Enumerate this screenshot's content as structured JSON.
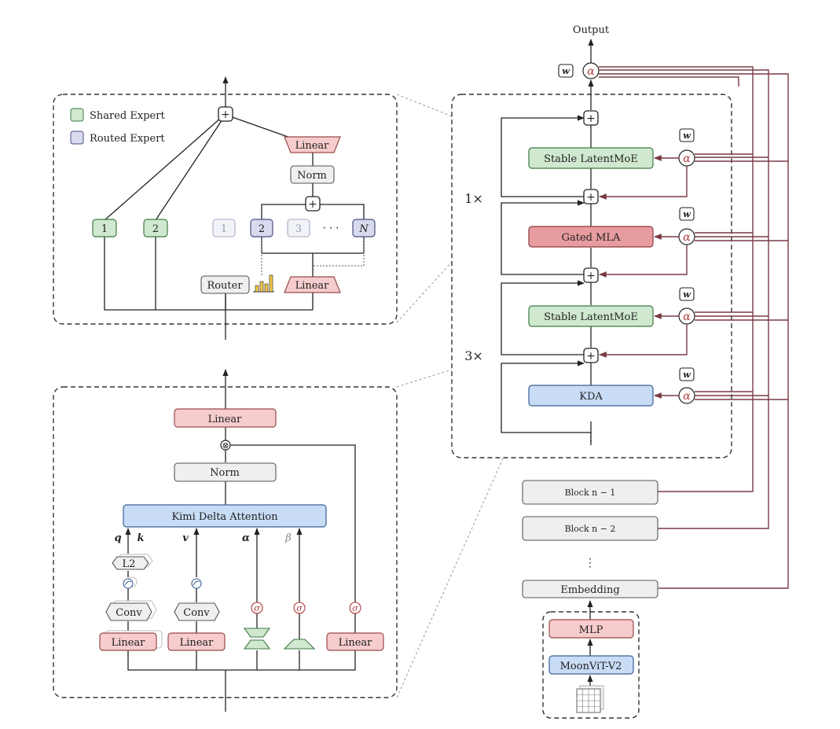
{
  "colors": {
    "shared": "#cfe8cf",
    "shared_stroke": "#3f7a44",
    "routed": "#d8daee",
    "routed_stroke": "#4a4f7d",
    "linear": "#f6cccc",
    "linear_stroke": "#9a4a4a",
    "norm": "#efefef",
    "norm_stroke": "#555555",
    "attention": "#c8dcf6",
    "attention_stroke": "#3c5f94",
    "mla": "#e79c9f",
    "mla_stroke": "#8a3a3f",
    "residual": "#7a3a44",
    "alpha": "#b23a3a"
  },
  "moe": {
    "legend_shared": "Shared Expert",
    "legend_routed": "Routed Expert",
    "linear_top": "Linear",
    "norm": "Norm",
    "shared_1": "1",
    "shared_2": "2",
    "routed_1": "1",
    "routed_2": "2",
    "routed_3": "3",
    "routed_dots": "· · ·",
    "routed_n": "N",
    "router": "Router",
    "linear_bottom": "Linear",
    "plus": "+"
  },
  "kda": {
    "linear_out": "Linear",
    "norm": "Norm",
    "kda_block": "Kimi Delta Attention",
    "q": "q",
    "k": "k",
    "v": "v",
    "alpha": "α",
    "beta": "β",
    "l2": "L2",
    "conv": "Conv",
    "sigma": "σ",
    "linear": "Linear",
    "mult": "⊗"
  },
  "stack": {
    "output": "Output",
    "w": "w",
    "alpha": "α",
    "plus": "+",
    "stable_moe": "Stable LatentMoE",
    "gated_mla": "Gated MLA",
    "kda": "KDA",
    "repeat_1": "1×",
    "repeat_3": "3×",
    "vdots": "⋮",
    "block_n1": "Block n − 1",
    "block_n2": "Block n − 2",
    "embedding": "Embedding",
    "mlp": "MLP",
    "vit": "MoonViT-V2"
  }
}
